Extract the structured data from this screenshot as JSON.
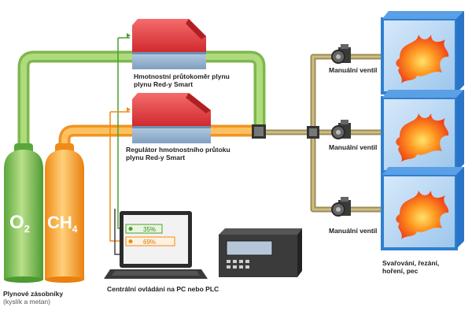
{
  "labels": {
    "meter": [
      "Hmotnostní průtokoměr plynu",
      "plynu Red-y Smart"
    ],
    "regulator": [
      "Regulátor hmotnostního průtoku",
      "plynu Red-y Smart"
    ],
    "valve": "Manuální ventil",
    "process": [
      "Svařování, řezání,",
      "hoření, pec"
    ],
    "control": "Centrální ovládání na PC nebo PLC",
    "storage": [
      "Plynové zásobníky",
      "(kyslík a metan)"
    ]
  },
  "cylinders": {
    "o2": {
      "base": "O",
      "sub": "2"
    },
    "ch4": {
      "base": "CH",
      "sub": "4"
    }
  },
  "screen_values": [
    "35%",
    "69%"
  ],
  "colors": {
    "green_pipe": "#9ccc6a",
    "orange_pipe": "#f7a83a",
    "olive_pipe": "#b5a46b",
    "device_red": "#e2363a",
    "device_blue": "#9bb7d4",
    "cube": "#2f7fd0",
    "flame": "#f04d1c"
  }
}
